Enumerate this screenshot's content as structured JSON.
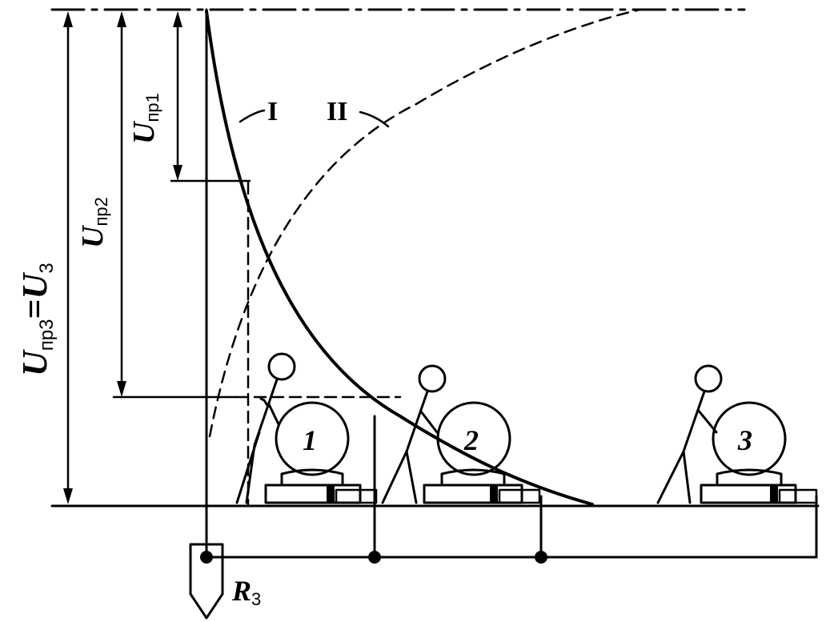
{
  "labels": {
    "u_pr1": {
      "main": "U",
      "sub": "пр1"
    },
    "u_pr2": {
      "main": "U",
      "sub": "пр2"
    },
    "u_pr3_eq": {
      "main": "U",
      "sub": "пр3",
      "eq": "=",
      "main2": "U",
      "sub2": "3"
    },
    "curve_I": "I",
    "curve_II": "II",
    "r3": {
      "main": "R",
      "sub": "3"
    }
  },
  "motors": [
    "1",
    "2",
    "3"
  ],
  "colors": {
    "ink": "#000000",
    "background": "#ffffff"
  }
}
